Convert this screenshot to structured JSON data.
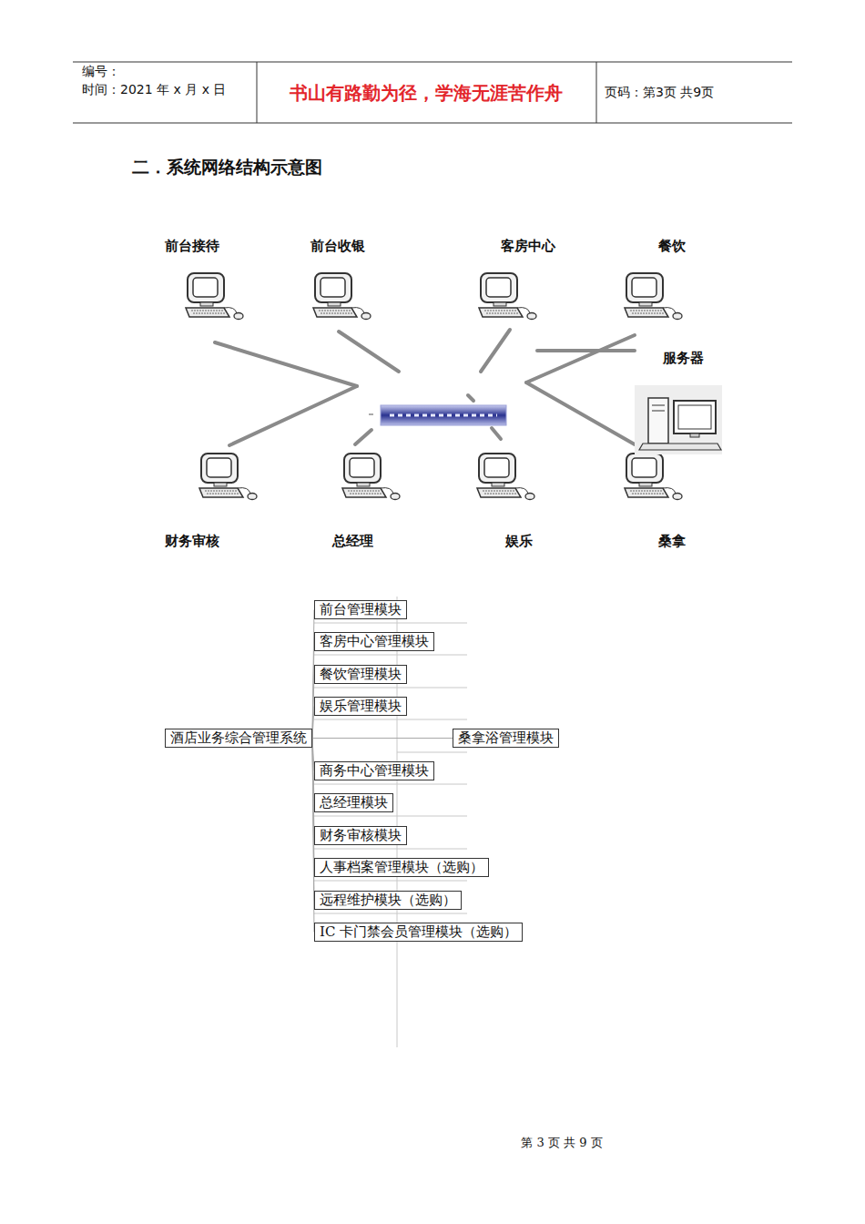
{
  "diagram": {
    "title": "二．系统网络结构示意图",
    "nodes": [
      {
        "text": [
          "前台管理模块"
        ]
      },
      {
        "text": [
          "客房中心管理模块"
        ]
      },
      {
        "text": [
          "餐饮管理模块"
        ]
      },
      {
        "text": [
          "娱乐管理模块"
        ]
      },
      {
        "text": [
          "酒店业务综合管理系统"
        ]
      },
      {
        "text": [
          "桑拿浴管理模块"
        ]
      },
      {
        "text": [
          "商务中心管理模块"
        ]
      },
      {
        "text": [
          "总经理模块"
        ]
      },
      {
        "text": [
          "财务审核模块"
        ]
      },
      {
        "text": [
          "人事档案管理模块（选购）"
        ]
      },
      {
        "text": [
          "远程维护模块（选购）"
        ]
      },
      {
        "text": [
          "IC 卡门禁会员管理模块（选购）"
        ]
      }
    ],
    "edges": [
      {
        "from": 4,
        "to": 0,
        "arrow": "none"
      },
      {
        "from": 4,
        "to": 1,
        "arrow": "none"
      },
      {
        "from": 4,
        "to": 2,
        "arrow": "none"
      },
      {
        "from": 4,
        "to": 3,
        "arrow": "none"
      },
      {
        "from": 4,
        "to": 5,
        "arrow": "none"
      },
      {
        "from": 4,
        "to": 6,
        "arrow": "none"
      },
      {
        "from": 4,
        "to": 7,
        "arrow": "none"
      },
      {
        "from": 4,
        "to": 8,
        "arrow": "none"
      },
      {
        "from": 4,
        "to": 9,
        "arrow": "none"
      },
      {
        "from": 4,
        "to": 10,
        "arrow": "none"
      },
      {
        "from": 4,
        "to": 11,
        "arrow": "none"
      }
    ],
    "labels": [
      "编号：",
      "时间：2021 年 x 月 x 日",
      "书山有路勤为径，学海无涯苦作舟",
      "页码：第3页 共9页",
      "前台接待",
      "前台收银",
      "客房中心",
      "餐饮",
      "服务器",
      "财务审核",
      "总经理",
      "娱乐",
      "桑拿",
      "第 3 页 共 9 页"
    ]
  }
}
